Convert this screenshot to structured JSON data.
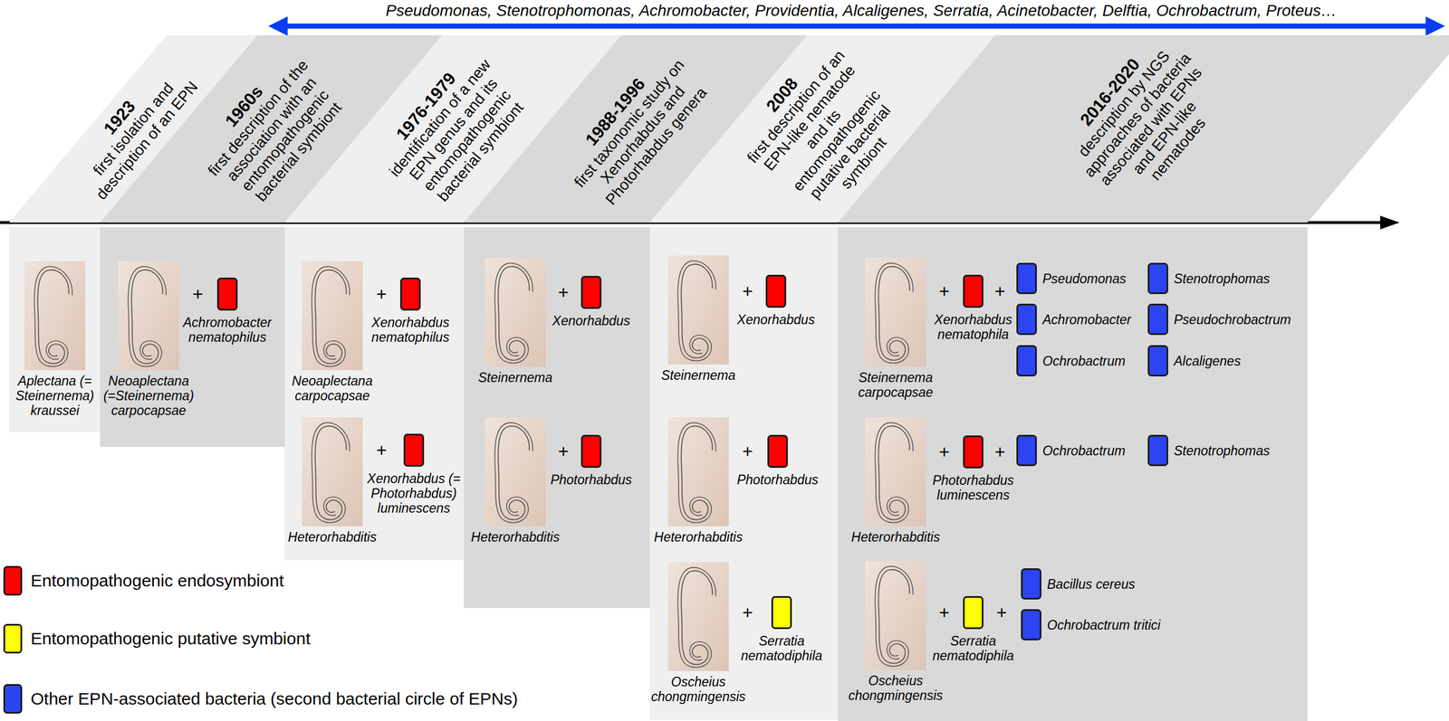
{
  "diagram": {
    "nodes": [
      {
        "text": [
          "1923",
          "first isolation and description of an EPN"
        ]
      },
      {
        "text": [
          "1960s",
          "first description of the association with an entomopathogenic bacterial symbiont"
        ]
      },
      {
        "text": [
          "1976-1979",
          "identification of a new EPN genus and its entomopathogenic bacterial symbiont"
        ]
      },
      {
        "text": [
          "1988-1996",
          "first taxonomic study on Xenorhabdus and Photorhabdus genera"
        ]
      },
      {
        "text": [
          "2008",
          "first description of an EPN-like nematode and its entomopathogenic putative bacterial symbiont"
        ]
      },
      {
        "text": [
          "2016-2020",
          "description by NGS approaches of bacteria associated with EPNs and EPN-like nematodes"
        ]
      },
      {
        "text": [
          "Aplectana (= Steinernema) kraussei"
        ]
      },
      {
        "text": [
          "Neoaplectana (=Steinernema) carpocapsae"
        ]
      },
      {
        "text": [
          "Achromobacter nematophilus"
        ]
      },
      {
        "text": [
          "Neoaplectana carpocapsae"
        ]
      },
      {
        "text": [
          "Xenorhabdus nematophilus"
        ]
      },
      {
        "text": [
          "Heterorhabditis"
        ]
      },
      {
        "text": [
          "Xenorhabdus (= Photorhabdus) luminescens"
        ]
      },
      {
        "text": [
          "Steinernema"
        ]
      },
      {
        "text": [
          "Xenorhabdus"
        ]
      },
      {
        "text": [
          "Heterorhabditis"
        ]
      },
      {
        "text": [
          "Photorhabdus"
        ]
      },
      {
        "text": [
          "Steinernema"
        ]
      },
      {
        "text": [
          "Xenorhabdus"
        ]
      },
      {
        "text": [
          "Heterorhabditis"
        ]
      },
      {
        "text": [
          "Photorhabdus"
        ]
      },
      {
        "text": [
          "Oscheius chongmingensis"
        ]
      },
      {
        "text": [
          "Serratia nematodiphila"
        ]
      },
      {
        "text": [
          "Steinernema carpocapsae"
        ]
      },
      {
        "text": [
          "Xenorhabdus nematophila"
        ]
      },
      {
        "text": [
          "Pseudomonas"
        ]
      },
      {
        "text": [
          "Stenotrophomas"
        ]
      },
      {
        "text": [
          "Achromobacter"
        ]
      },
      {
        "text": [
          "Pseudochrobactrum"
        ]
      },
      {
        "text": [
          "Ochrobactrum"
        ]
      },
      {
        "text": [
          "Alcaligenes"
        ]
      },
      {
        "text": [
          "Heterorhabditis"
        ]
      },
      {
        "text": [
          "Photorhabdus luminescens"
        ]
      },
      {
        "text": [
          "Ochrobactrum"
        ]
      },
      {
        "text": [
          "Stenotrophomas"
        ]
      },
      {
        "text": [
          "Oscheius chongmingensis"
        ]
      },
      {
        "text": [
          "Serratia nematodiphila"
        ]
      },
      {
        "text": [
          "Bacillus cereus"
        ]
      },
      {
        "text": [
          "Ochrobactrum tritici"
        ]
      }
    ],
    "labels": [
      "Pseudomonas, Stenotrophomonas, Achromobacter, Providentia, Alcaligenes, Serratia, Acinetobacter, Delftia, Ochrobactrum, Proteus…",
      "+",
      "+",
      "+",
      "+",
      "+",
      "+",
      "+",
      "+",
      "+",
      "+",
      "+",
      "+",
      "+",
      "+"
    ],
    "legend": [
      {
        "text": "Entomopathogenic endosymbiont",
        "color": "#ff0000"
      },
      {
        "text": "Entomopathogenic putative symbiont",
        "color": "#ffff00"
      },
      {
        "text": "Other EPN-associated bacteria (second bacterial circle of EPNs)",
        "color": "#2b45f5"
      }
    ]
  }
}
